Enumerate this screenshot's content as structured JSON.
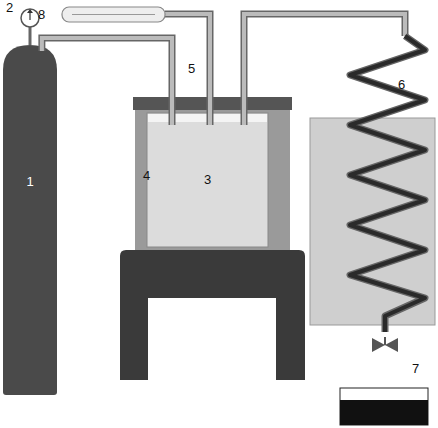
{
  "diagram": {
    "nodes": [
      {
        "text": [
          "1"
        ]
      },
      {
        "text": [
          "4"
        ]
      },
      {
        "text": [
          "3"
        ],
        "in": 1
      }
    ],
    "edges": [
      {
        "from": 0,
        "to": 2,
        "arrow": "none"
      }
    ],
    "labels": [
      "2",
      "5",
      "6",
      "7",
      "8"
    ]
  }
}
